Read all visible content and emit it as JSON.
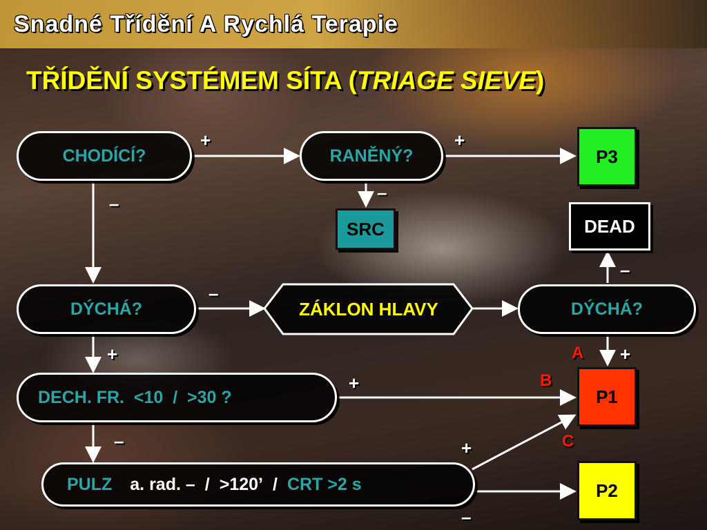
{
  "slide_title": "Snadné Třídění A Rychlá Terapie",
  "heading": {
    "prefix": "TŘÍDĚNÍ SYSTÉMEM SÍTA (",
    "italic": "TRIAGE SIEVE",
    "suffix": ")"
  },
  "nodes": {
    "walking": "CHODÍCÍ?",
    "injured": "RANĚNÝ?",
    "src": "SRC",
    "p3": "P3",
    "dead": "DEAD",
    "breathing_1": "DÝCHÁ?",
    "head_tilt": "ZÁKLON HLAVY",
    "breathing_2": "DÝCHÁ?",
    "resp_rate": "DECH. FR.  <10  /  >30 ?",
    "pulse": {
      "label": "PULZ",
      "part_a": "a. rad. –",
      "sep1": "/",
      "part_b": ">120’",
      "sep2": "/",
      "part_c": "CRT >2 s"
    },
    "p1": "P1",
    "p2": "P2"
  },
  "edge_labels": {
    "walking_yes": "+",
    "injured_yes": "+",
    "walking_no": "–",
    "injured_no": "–",
    "breathing1_no": "–",
    "breathing2_no": "–",
    "breathing1_yes": "+",
    "breathing2_yes": "+",
    "resp_yes": "+",
    "resp_no": "–",
    "pulse_yes": "+",
    "pulse_no": "–"
  },
  "abc_labels": {
    "a": "A",
    "b": "B",
    "c": "C"
  },
  "colors": {
    "title_yellow": "#ffff00",
    "node_text_teal": "#2aa6a6",
    "p3": "#22ee22",
    "p1": "#ff3300",
    "p2": "#ffff00",
    "src": "#1a9a9a",
    "abc_red": "#ff1a00"
  }
}
